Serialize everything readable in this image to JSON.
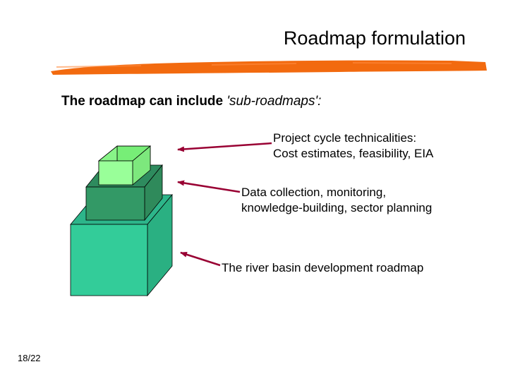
{
  "slide": {
    "title": "Roadmap formulation",
    "subtitle_prefix": "The roadmap can include ",
    "subtitle_emphasis": "'sub-roadmaps':",
    "accent_color": "#f26a0f",
    "page_number": "18/22"
  },
  "diagram": {
    "layers": [
      {
        "label_line1": "Project cycle technicalities:",
        "label_line2": "Cost estimates, feasibility, EIA",
        "color": "#99ff99"
      },
      {
        "label_line1": "Data collection, monitoring,",
        "label_line2": "knowledge-building, sector planning",
        "color": "#339966"
      },
      {
        "label_line1": "The river basin development roadmap",
        "color": "#33cc99"
      }
    ],
    "arrow_color": "#990033"
  }
}
